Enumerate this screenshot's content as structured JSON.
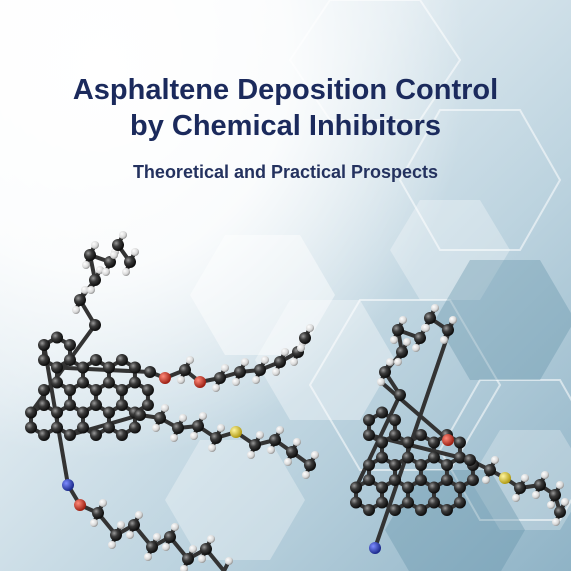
{
  "cover": {
    "title_line1": "Asphaltene Deposition Control",
    "title_line2": "by Chemical Inhibitors",
    "subtitle": "Theoretical and Practical Prospects"
  },
  "colors": {
    "title": "#1b2a5c",
    "carbon": "#2b2b2b",
    "hydrogen": "#eeeeee",
    "oxygen": "#c0392b",
    "nitrogen": "#2c3fa8",
    "sulfur": "#d9c63a",
    "background_blue": "#8fb3c6"
  }
}
